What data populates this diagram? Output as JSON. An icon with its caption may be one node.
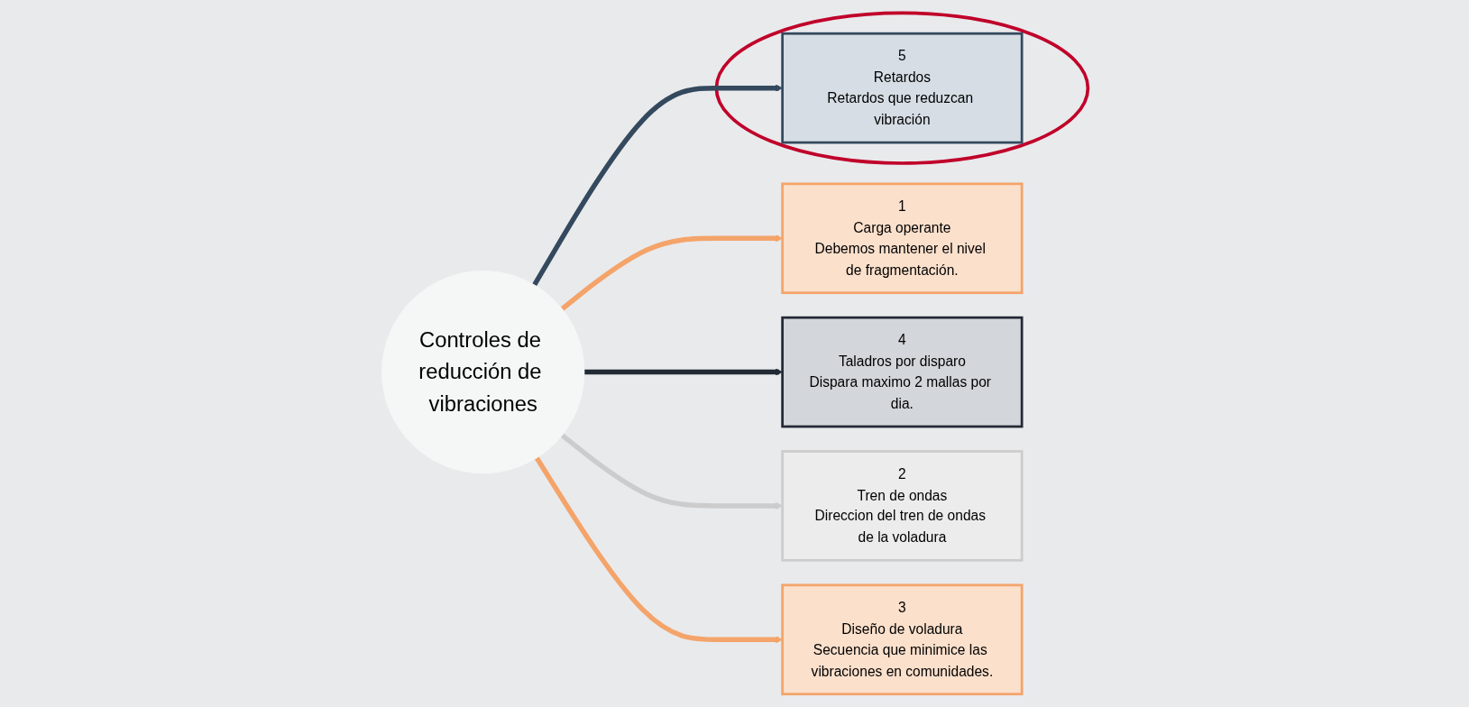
{
  "diagram": {
    "nodes": [
      {
        "text": [
          "Controles de reducción de vibraciones"
        ]
      },
      {
        "text": [
          "1",
          "Carga operante",
          "Debemos mantener el nivel de fragmentación."
        ]
      },
      {
        "text": [
          "4",
          "Taladros por disparo",
          "Dispara maximo 2 mallas por dia."
        ]
      },
      {
        "text": [
          "2",
          "Tren de ondas",
          "Direccion del tren de ondas de la voladura"
        ]
      },
      {
        "text": [],
        "shape": "circle"
      },
      {
        "text": [
          "5",
          "Retardos",
          "Retardos que reduzcan vibración"
        ],
        "in": 4
      },
      {
        "text": [
          "3",
          "Diseño de voladura",
          "Secuencia que minimice las vibraciones en comunidades."
        ]
      }
    ],
    "edges": [
      {
        "from": 0,
        "to": 1,
        "arrow": "to",
        "color": "#f4a46a"
      },
      {
        "from": 0,
        "to": 2,
        "arrow": "to",
        "color": "#222a35"
      },
      {
        "from": 0,
        "to": 3,
        "arrow": "to",
        "color": "#cccccc"
      },
      {
        "from": 0,
        "to": 5,
        "arrow": "to",
        "color": "#34495e"
      },
      {
        "from": 0,
        "to": 6,
        "arrow": "to",
        "color": "#f4a46a"
      }
    ]
  }
}
